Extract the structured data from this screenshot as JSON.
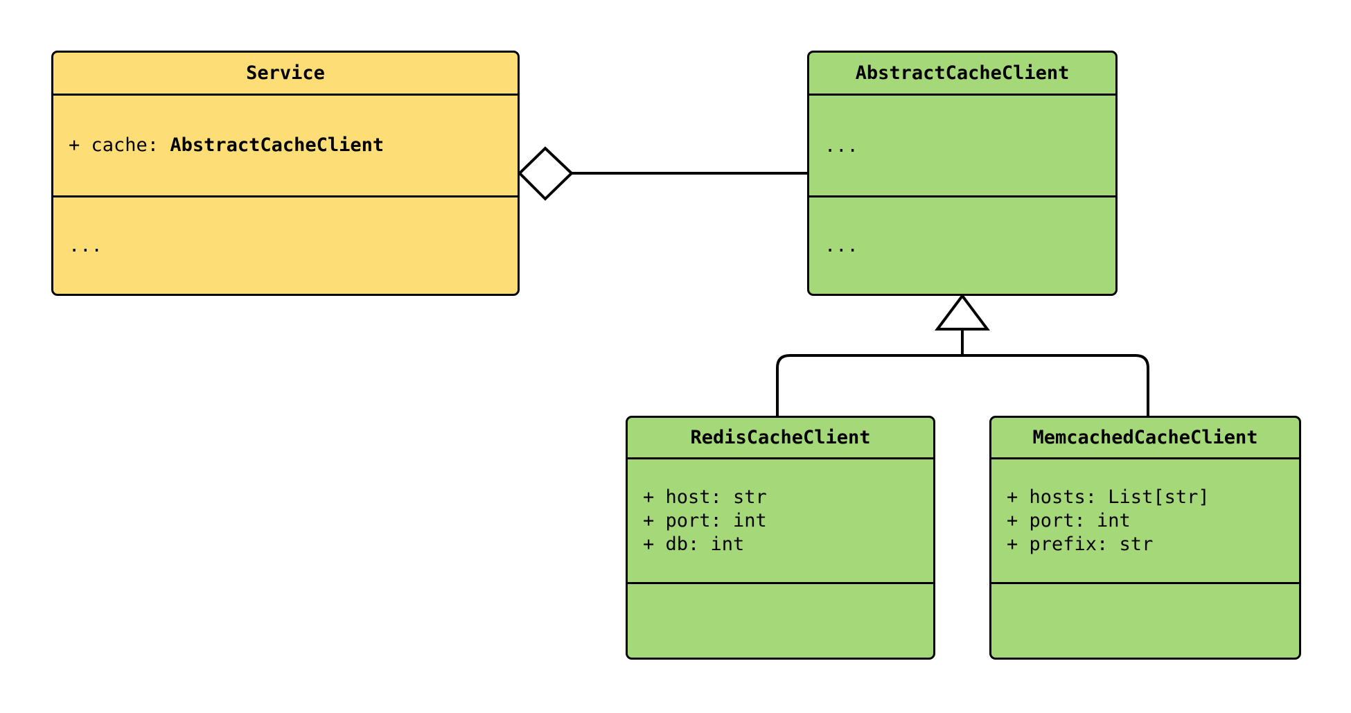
{
  "diagram": {
    "type": "uml-class-diagram",
    "background": "#ffffff",
    "colors": {
      "service_fill": "#FCDD76",
      "cache_fill": "#A5D878",
      "stroke": "#000000",
      "marker_fill": "#ffffff"
    }
  },
  "classes": {
    "service": {
      "name": "Service",
      "fill": "#FCDD76",
      "attributes": [
        {
          "visibility": "+",
          "label": "+ cache: ",
          "type": "AbstractCacheClient"
        }
      ],
      "methods_placeholder": "..."
    },
    "abstract_cache_client": {
      "name": "AbstractCacheClient",
      "fill": "#A5D878",
      "attributes_placeholder": "...",
      "methods_placeholder": "..."
    },
    "redis_cache_client": {
      "name": "RedisCacheClient",
      "fill": "#A5D878",
      "attributes": [
        "+ host: str",
        "+ port: int",
        "+ db: int"
      ],
      "methods": []
    },
    "memcached_cache_client": {
      "name": "MemcachedCacheClient",
      "fill": "#A5D878",
      "attributes": [
        "+ hosts: List[str]",
        "+ port: int",
        "+ prefix: str"
      ],
      "methods": []
    }
  },
  "relationships": [
    {
      "id": "aggregation",
      "kind": "aggregation",
      "marker": "hollow-diamond",
      "from": "service",
      "to": "abstract_cache_client",
      "label": ""
    },
    {
      "id": "inheritance-redis",
      "kind": "generalization",
      "marker": "hollow-triangle",
      "from": "redis_cache_client",
      "to": "abstract_cache_client",
      "label": ""
    },
    {
      "id": "inheritance-memcached",
      "kind": "generalization",
      "marker": "hollow-triangle",
      "from": "memcached_cache_client",
      "to": "abstract_cache_client",
      "label": ""
    }
  ]
}
